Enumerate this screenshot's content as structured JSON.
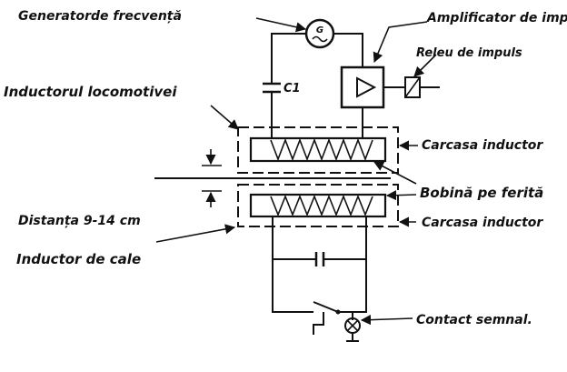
{
  "labels": {
    "generator": "Generatorde frecvență",
    "amplifier": "Amplificator de impuls",
    "relay": "Releu de impuls",
    "loco_inductor": "Inductorul locomotivei",
    "capacitor": "C1",
    "housing_top": "Carcasa inductor",
    "coil": "Bobină pe ferită",
    "distance": "Distanța 9-14 cm",
    "housing_bottom": "Carcasa inductor",
    "track_inductor": "Inductor de cale",
    "contact": "Contact semnal."
  },
  "colors": {
    "ink": "#111111",
    "paper": "#ffffff"
  }
}
